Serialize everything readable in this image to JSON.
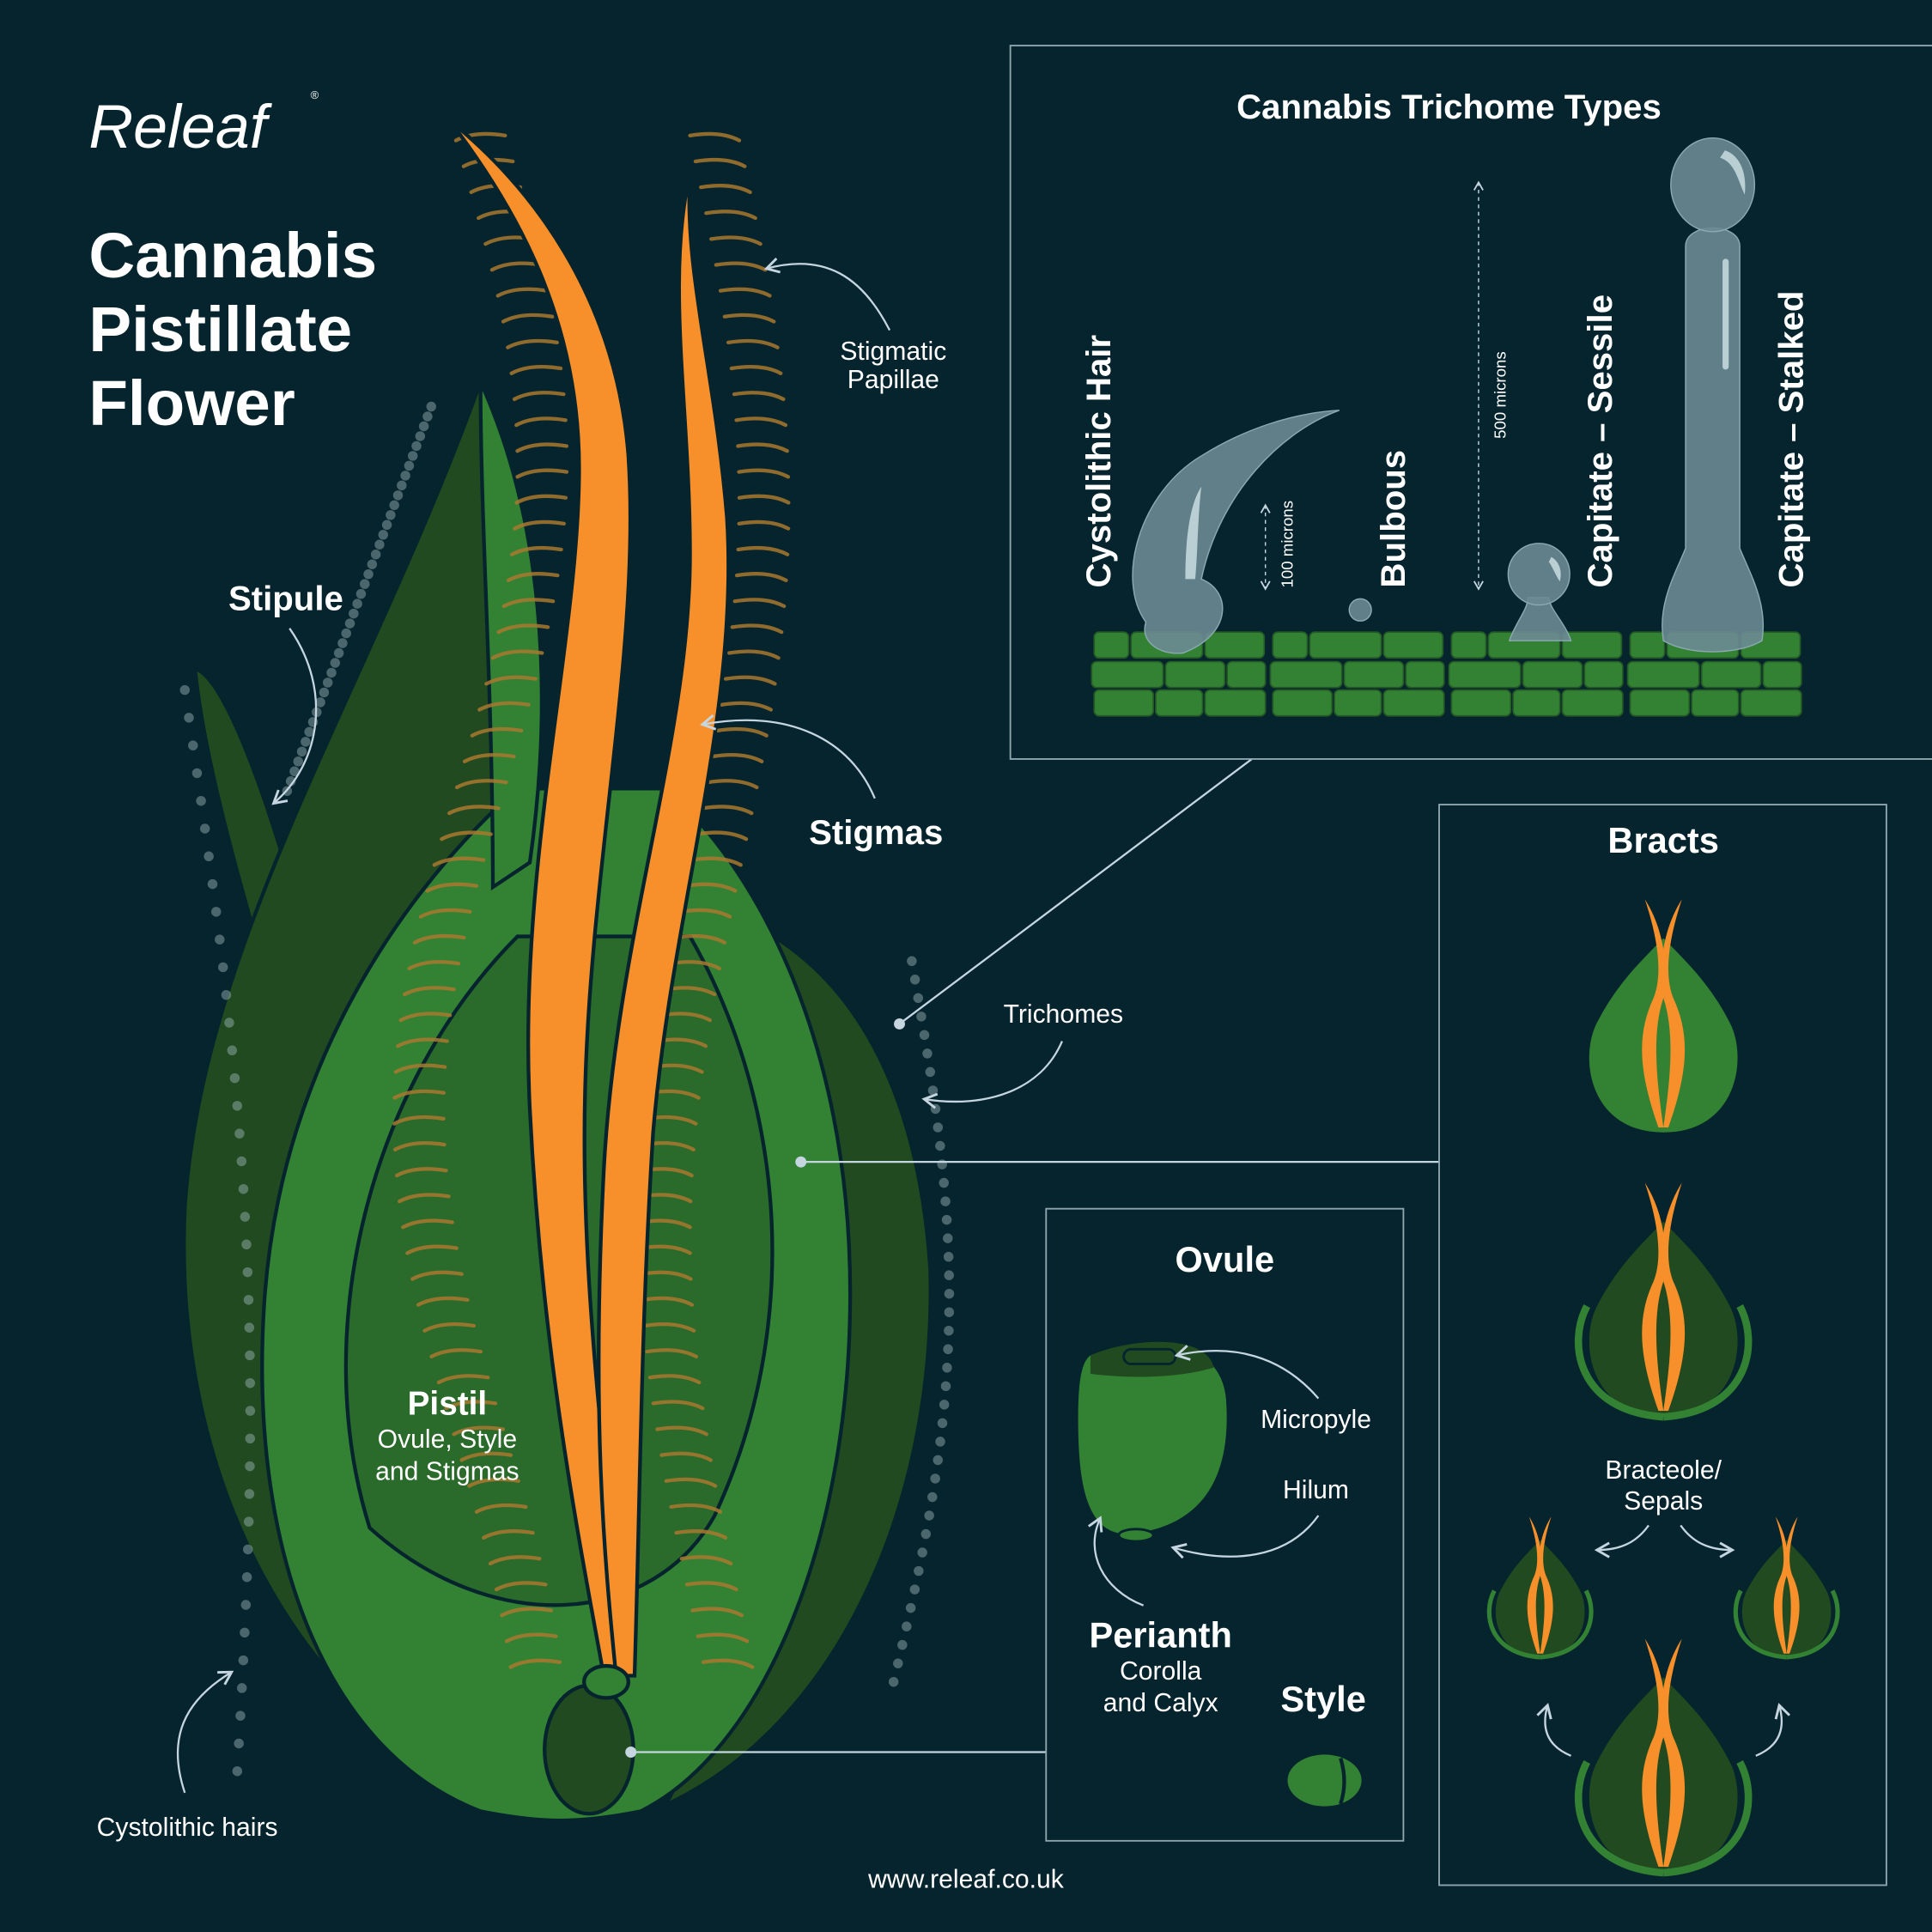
{
  "brand": {
    "name": "Releaf",
    "registered_mark": "®"
  },
  "title": {
    "line1": "Cannabis",
    "line2": "Pistillate",
    "line3": "Flower"
  },
  "labels": {
    "stipule": "Stipule",
    "stigmatic_papillae_1": "Stigmatic",
    "stigmatic_papillae_2": "Papillae",
    "stigmas": "Stigmas",
    "trichomes": "Trichomes",
    "pistil_title": "Pistil",
    "pistil_sub1": "Ovule, Style",
    "pistil_sub2": "and Stigmas",
    "cystolithic_hairs": "Cystolithic hairs"
  },
  "trichome_panel": {
    "title": "Cannabis Trichome Types",
    "types": [
      "Cystolithic Hair",
      "Bulbous",
      "Capitate – Sessile",
      "Capitate – Stalked"
    ],
    "scale_100": "100 microns",
    "scale_500": "500 microns"
  },
  "bracts_panel": {
    "title": "Bracts",
    "bracteole_1": "Bracteole/",
    "bracteole_2": "Sepals"
  },
  "ovule_panel": {
    "title": "Ovule",
    "micropyle": "Micropyle",
    "hilum": "Hilum",
    "perianth": "Perianth",
    "perianth_sub1": "Corolla",
    "perianth_sub2": "and Calyx",
    "style": "Style"
  },
  "footer": {
    "url": "www.releaf.co.uk"
  },
  "colors": {
    "background": "#06242d",
    "green": "#338234",
    "dark_green": "#224a20",
    "orange": "#f78f2a",
    "line": "#c5d6e0"
  }
}
